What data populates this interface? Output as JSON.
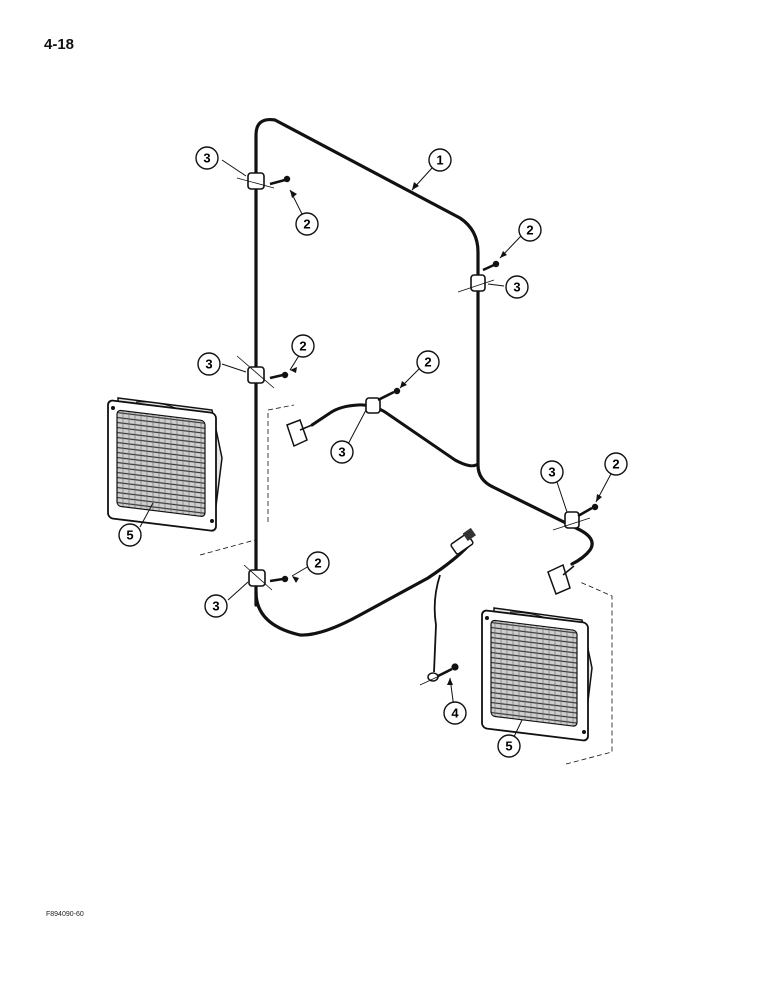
{
  "page_number": "4-18",
  "figure_code": "F894090-60",
  "callouts": [
    "1",
    "2",
    "2",
    "2",
    "2",
    "2",
    "2",
    "3",
    "3",
    "3",
    "3",
    "3",
    "3",
    "4",
    "5",
    "5"
  ]
}
